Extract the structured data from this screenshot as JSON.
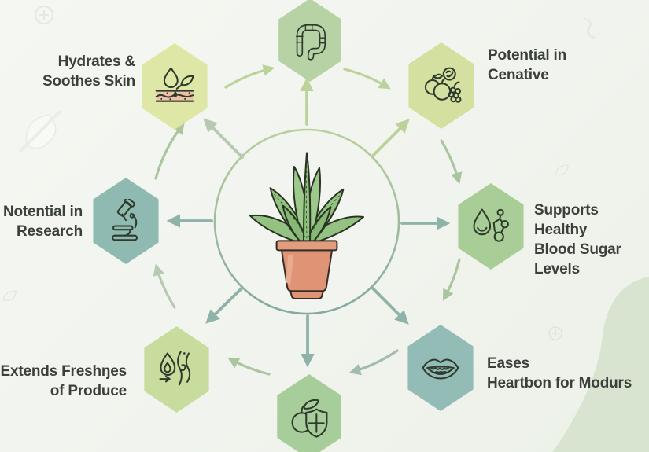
{
  "center": {
    "illustration": "aloe-vera-plant-in-terracotta-pot"
  },
  "nodes": [
    {
      "id": "hydrates-skin",
      "label": [
        "Hydrates &",
        "Soothes Skin"
      ],
      "icon": "water-drop-skin-leaf-icon",
      "hex_color": "#dfe7a6"
    },
    {
      "id": "gut-health",
      "label": [],
      "icon": "intestine-icon",
      "hex_color": "#b7d2a4"
    },
    {
      "id": "potential-cenative",
      "label": [
        "Potential in",
        "Cenative"
      ],
      "icon": "fruits-and-microbe-icon",
      "hex_color": "#d4e0a0"
    },
    {
      "id": "research",
      "label": [
        "Notential in",
        "Research"
      ],
      "icon": "microscope-icon",
      "hex_color": "#8fbab1"
    },
    {
      "id": "blood-sugar",
      "label": [
        "Supports Healthy",
        "Blood Sugar",
        "Levels"
      ],
      "icon": "droplet-and-molecule-icon",
      "hex_color": "#a9cd97"
    },
    {
      "id": "freshness",
      "label": [
        "Extends Freshŋes",
        "of Produce"
      ],
      "icon": "flame-and-fresh-air-icon",
      "hex_color": "#c8dc9e"
    },
    {
      "id": "heartburn",
      "label": [
        "Eases",
        "Heartbon for Modurs"
      ],
      "icon": "lips-icon",
      "hex_color": "#93bcb6"
    },
    {
      "id": "immunity",
      "label": [],
      "icon": "apple-and-shield-icon",
      "hex_color": "#a7cd9b"
    }
  ],
  "colors": {
    "background": "#f1f4ee",
    "text": "#3a403a",
    "circle_stroke_top": "#b9d09b",
    "circle_stroke_bottom": "#84a9a1",
    "arrow_green": "#bcd29b",
    "arrow_sage": "#abc5a0",
    "arrow_teal": "#8fb2a9",
    "arrow_graysage": "#b7c9b2",
    "pot": "#de9475",
    "leaf": "#94c283",
    "corner_blob": "#d8e3d0"
  },
  "decorations": [
    "circle-plus-badge",
    "squiggle",
    "leaf-outline",
    "corner-blob"
  ]
}
